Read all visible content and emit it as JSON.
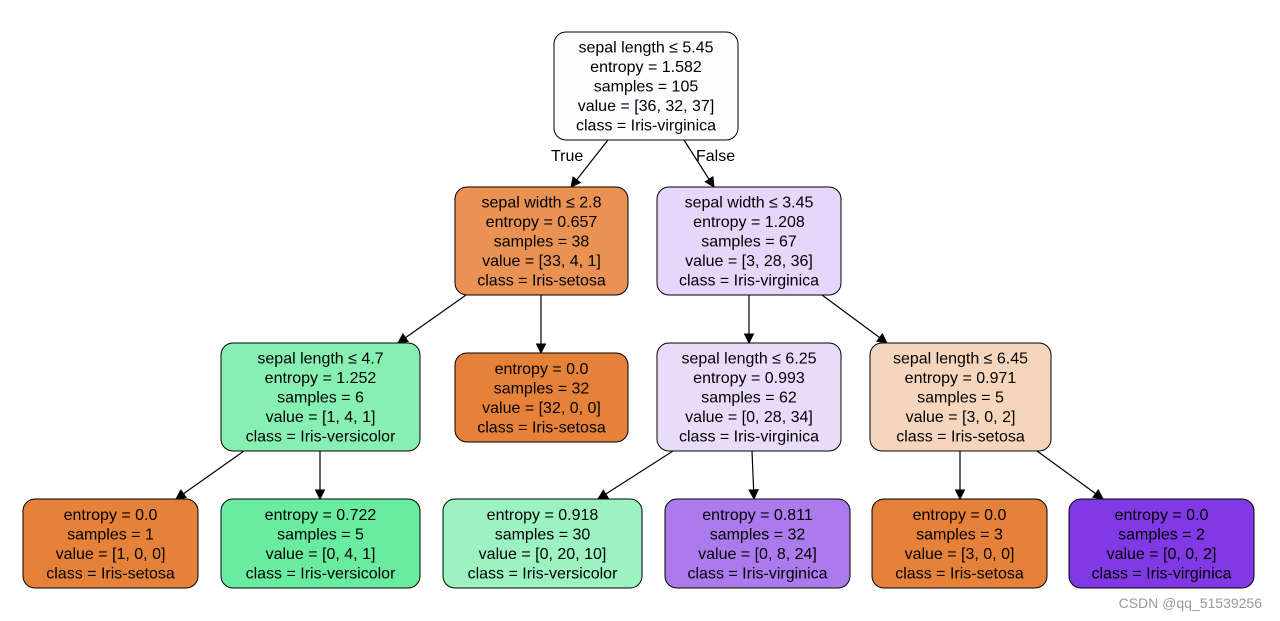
{
  "palette": {
    "setosa": "#e58139",
    "versicolor": "#39e581",
    "virginica": "#8139e5",
    "border": "#000000",
    "edge": "#000000"
  },
  "nodes": [
    {
      "id": "n0",
      "lines": [
        "sepal length ≤ 5.45",
        "entropy = 1.582",
        "samples = 105",
        "value = [36, 32, 37]",
        "class = Iris-virginica"
      ],
      "fill": "#fdfcff"
    },
    {
      "id": "n1",
      "lines": [
        "sepal width ≤ 2.8",
        "entropy = 0.657",
        "samples = 38",
        "value = [33, 4, 1]",
        "class = Iris-setosa"
      ],
      "fill": "#e99254"
    },
    {
      "id": "n2",
      "lines": [
        "sepal width ≤ 3.45",
        "entropy = 1.208",
        "samples = 67",
        "value = [3, 28, 36]",
        "class = Iris-virginica"
      ],
      "fill": "#e5d6fa"
    },
    {
      "id": "n3",
      "lines": [
        "sepal length ≤ 4.7",
        "entropy = 1.252",
        "samples = 6",
        "value = [1, 4, 1]",
        "class = Iris-versicolor"
      ],
      "fill": "#88efb3"
    },
    {
      "id": "n4",
      "lines": [
        "entropy = 0.0",
        "samples = 32",
        "value = [32, 0, 0]",
        "class = Iris-setosa"
      ],
      "fill": "#e58139"
    },
    {
      "id": "n5",
      "lines": [
        "sepal length ≤ 6.25",
        "entropy = 0.993",
        "samples = 62",
        "value = [0, 28, 34]",
        "class = Iris-virginica"
      ],
      "fill": "#e9dcfa"
    },
    {
      "id": "n6",
      "lines": [
        "sepal length ≤ 6.45",
        "entropy = 0.971",
        "samples = 5",
        "value = [3, 0, 2]",
        "class = Iris-setosa"
      ],
      "fill": "#f6d5bd"
    },
    {
      "id": "n7",
      "lines": [
        "entropy = 0.0",
        "samples = 1",
        "value = [1, 0, 0]",
        "class = Iris-setosa"
      ],
      "fill": "#e58139"
    },
    {
      "id": "n8",
      "lines": [
        "entropy = 0.722",
        "samples = 5",
        "value = [0, 4, 1]",
        "class = Iris-versicolor"
      ],
      "fill": "#6aeca0"
    },
    {
      "id": "n9",
      "lines": [
        "entropy = 0.918",
        "samples = 30",
        "value = [0, 20, 10]",
        "class = Iris-versicolor"
      ],
      "fill": "#9cf2c0"
    },
    {
      "id": "n10",
      "lines": [
        "entropy = 0.811",
        "samples = 32",
        "value = [0, 8, 24]",
        "class = Iris-virginica"
      ],
      "fill": "#ab7bee"
    },
    {
      "id": "n11",
      "lines": [
        "entropy = 0.0",
        "samples = 3",
        "value = [3, 0, 0]",
        "class = Iris-setosa"
      ],
      "fill": "#e58139"
    },
    {
      "id": "n12",
      "lines": [
        "entropy = 0.0",
        "samples = 2",
        "value = [0, 0, 2]",
        "class = Iris-virginica"
      ],
      "fill": "#8139e5"
    }
  ],
  "edges": [
    {
      "from": "n0",
      "to": "n1",
      "label": "True"
    },
    {
      "from": "n0",
      "to": "n2",
      "label": "False"
    },
    {
      "from": "n1",
      "to": "n3",
      "label": ""
    },
    {
      "from": "n1",
      "to": "n4",
      "label": ""
    },
    {
      "from": "n2",
      "to": "n5",
      "label": ""
    },
    {
      "from": "n2",
      "to": "n6",
      "label": ""
    },
    {
      "from": "n3",
      "to": "n7",
      "label": ""
    },
    {
      "from": "n3",
      "to": "n8",
      "label": ""
    },
    {
      "from": "n5",
      "to": "n9",
      "label": ""
    },
    {
      "from": "n5",
      "to": "n10",
      "label": ""
    },
    {
      "from": "n6",
      "to": "n11",
      "label": ""
    },
    {
      "from": "n6",
      "to": "n12",
      "label": ""
    }
  ],
  "watermark": "CSDN @qq_51539256"
}
